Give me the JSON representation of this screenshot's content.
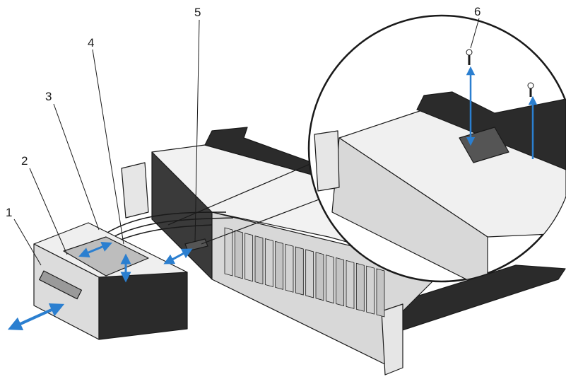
{
  "callouts": [
    {
      "id": "callout-1",
      "text": "1"
    },
    {
      "id": "callout-2",
      "text": "2"
    },
    {
      "id": "callout-3",
      "text": "3"
    },
    {
      "id": "callout-4",
      "text": "4"
    },
    {
      "id": "callout-5",
      "text": "5"
    },
    {
      "id": "callout-6",
      "text": "6"
    }
  ],
  "colors": {
    "line": "#1a1a1a",
    "dark_fill": "#2b2b2b",
    "chassis_light": "#ececec",
    "chassis_mid": "#cfcfcf",
    "arrow_blue": "#2b7fd0"
  }
}
